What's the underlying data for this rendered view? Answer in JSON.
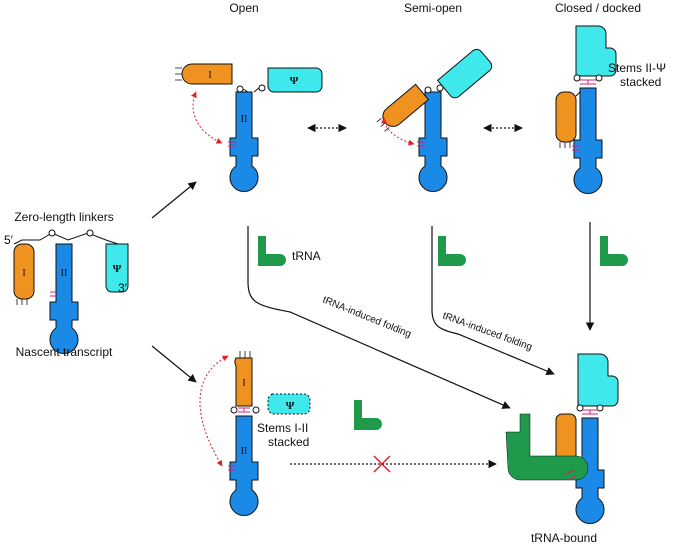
{
  "headers": {
    "open": "Open",
    "semi_open": "Semi-open",
    "closed": "Closed / docked"
  },
  "labels": {
    "zero_length_linkers": "Zero-length linkers",
    "nascent_transcript": "Nascent transcript",
    "five_prime": "5′",
    "three_prime": "3′",
    "trna": "tRNA",
    "trna_induced_folding": "tRNA-induced folding",
    "stems_ii_psi_line1": "Stems II-Ψ",
    "stems_ii_psi_line2": "stacked",
    "stems_i_ii_line1": "Stems I-II",
    "stems_i_ii_line2": "stacked",
    "trna_bound": "tRNA-bound"
  },
  "stem_labels": {
    "one": "I",
    "two": "II",
    "psi": "Ψ"
  },
  "colors": {
    "stem_i": "#f0921f",
    "stem_ii": "#1a8ae6",
    "stem_psi": "#3fe8ea",
    "trna": "#1f9a4b",
    "curved_arrow": "#e0202a",
    "blocked_x": "#e0202a",
    "pairing": "#d4207a"
  }
}
